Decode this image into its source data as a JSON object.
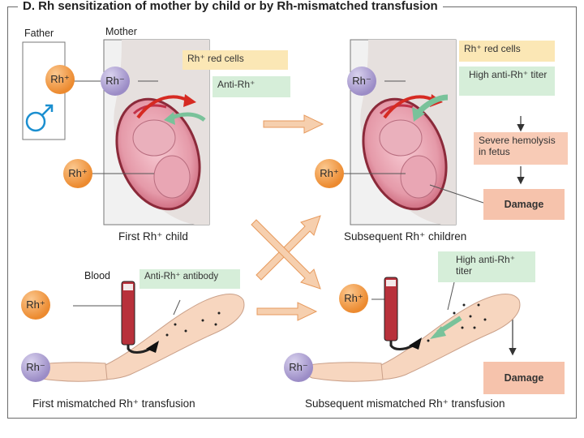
{
  "title": "D. Rh sensitization of mother by child or by Rh-mismatched transfusion",
  "labels": {
    "father": "Father",
    "mother": "Mother",
    "rh_pos": "Rh⁺",
    "rh_neg": "Rh⁻",
    "blood": "Blood"
  },
  "top_left": {
    "rh_red_cells": "Rh⁺ red cells",
    "anti_rh": "Anti-Rh⁺",
    "caption": "First Rh⁺ child"
  },
  "top_right": {
    "rh_red_cells": "Rh⁺ red cells",
    "high_titer": "High anti-Rh⁺ titer",
    "hemolysis": "Severe hemolysis in fetus",
    "damage": "Damage",
    "caption": "Subsequent Rh⁺ children"
  },
  "bottom_left": {
    "antibody": "Anti-Rh⁺ antibody",
    "caption": "First mismatched Rh⁺ transfusion"
  },
  "bottom_right": {
    "high_titer": "High anti-Rh⁺ titer",
    "damage": "Damage",
    "caption": "Subsequent mismatched Rh⁺ transfusion"
  },
  "colors": {
    "rh_pos_orange": "#ec8a2f",
    "rh_neg_purple": "#9b8cc6",
    "red_arrow": "#d62a22",
    "green_arrow": "#79c29a",
    "flow_arrow": "#f2b486",
    "male_symbol": "#1b8fd0"
  },
  "icons": [
    "male-symbol-icon",
    "blood-bag-icon",
    "flow-arrow-icon",
    "cross-arrows-icon"
  ]
}
